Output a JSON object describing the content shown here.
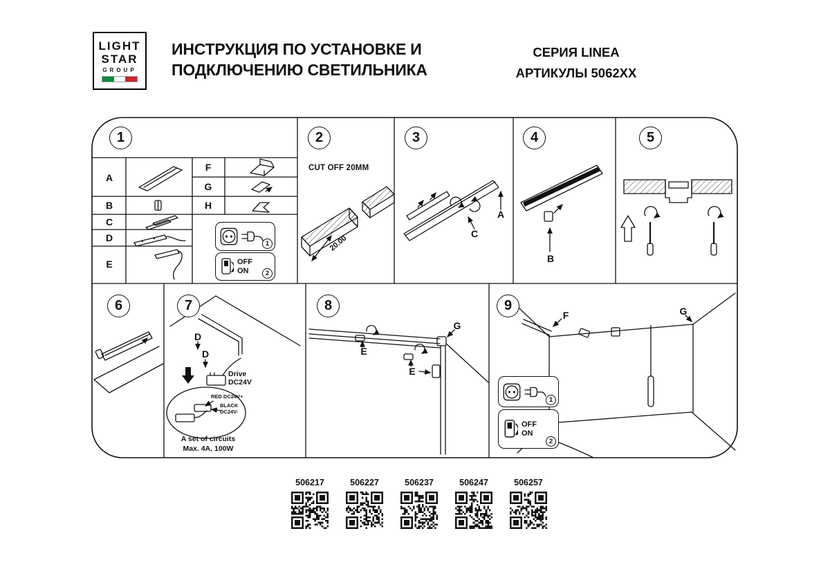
{
  "header": {
    "logo": {
      "line1": "LIGHT",
      "line2": "STAR",
      "line3": "GROUP"
    },
    "title_line1": "ИНСТРУКЦИЯ ПО УСТАНОВКЕ И",
    "title_line2": "ПОДКЛЮЧЕНИЮ СВЕТИЛЬНИКА",
    "series": "СЕРИЯ LINEA",
    "articles": "АРТИКУЛЫ 5062XX"
  },
  "steps": {
    "n1": "1",
    "n2": "2",
    "n3": "3",
    "n4": "4",
    "n5": "5",
    "n6": "6",
    "n7": "7",
    "n8": "8",
    "n9": "9"
  },
  "parts": {
    "a": "A",
    "b": "B",
    "c": "C",
    "d": "D",
    "e": "E",
    "f": "F",
    "g": "G",
    "h": "H"
  },
  "connect": {
    "plug_num": "1",
    "switch_num": "2",
    "off": "OFF",
    "on": "ON"
  },
  "step2": {
    "note": "CUT OFF 20MM",
    "dimension": "20.00"
  },
  "step3": {
    "label_c": "C",
    "label_a": "A"
  },
  "step4": {
    "label_b": "B"
  },
  "step7": {
    "label_d1": "D",
    "label_d2": "D",
    "drive_line1": "Drive",
    "drive_line2": "DC24V",
    "wire_red": "RED DC24V+",
    "wire_black_line1": "BLACK",
    "wire_black_line2": "DC24V-",
    "circuits_line1": "A set of circuits",
    "circuits_line2": "Max. 4A, 100W"
  },
  "step8": {
    "label_e1": "E",
    "label_e2": "E",
    "label_g": "G"
  },
  "step9": {
    "label_f": "F",
    "label_g": "G"
  },
  "qr": {
    "items": [
      {
        "code": "506217"
      },
      {
        "code": "506227"
      },
      {
        "code": "506237"
      },
      {
        "code": "506247"
      },
      {
        "code": "506257"
      }
    ]
  }
}
